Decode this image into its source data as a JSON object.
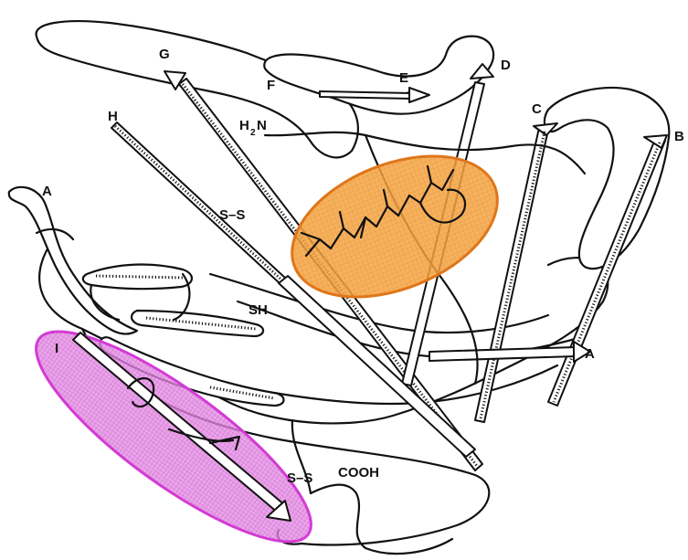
{
  "labels": {
    "strand_g": "G",
    "strand_h": "H",
    "strand_f": "F",
    "strand_e": "E",
    "strand_d": "D",
    "strand_c": "C",
    "strand_b": "B",
    "strand_a_top": "A",
    "strand_a_right": "A",
    "strand_i": "I",
    "n_terminus_h": "H",
    "n_terminus_sub": "2",
    "n_terminus_n": "N",
    "disulfide_top": "S–S",
    "sulfhydryl": "SH",
    "disulfide_bottom": "S–S",
    "c_terminus": "COOH"
  },
  "colors": {
    "ligand_region_fill": "#f4a340",
    "ligand_region_stroke": "#e0761a",
    "domain_region_fill": "#e48ae4",
    "domain_region_stroke": "#d63bd6",
    "line": "#111111"
  }
}
